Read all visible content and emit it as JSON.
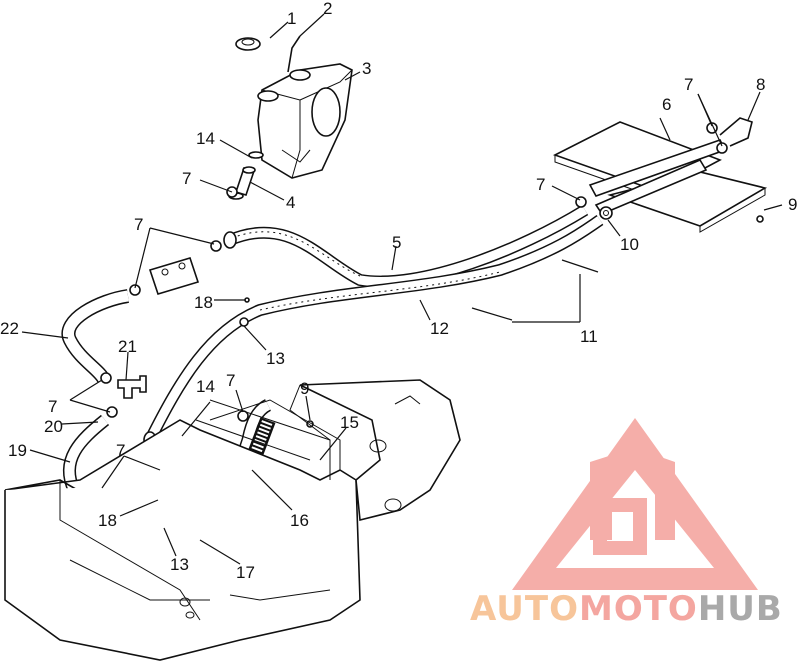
{
  "callouts": [
    "1",
    "2",
    "3",
    "4",
    "5",
    "6",
    "7",
    "8",
    "9",
    "10",
    "11",
    "12",
    "13",
    "14",
    "15",
    "16",
    "17",
    "18",
    "19",
    "20",
    "21",
    "22"
  ],
  "watermark": {
    "text_part1": "AUTO",
    "text_part2": "MOTO",
    "text_part3": "HUB",
    "color_auto": "#f7c59a",
    "color_moto": "#f4a6a0",
    "color_hub": "#a9a9a9",
    "logo_color": "#f4a6a0"
  },
  "colors": {
    "line": "#111111",
    "background": "#ffffff"
  }
}
